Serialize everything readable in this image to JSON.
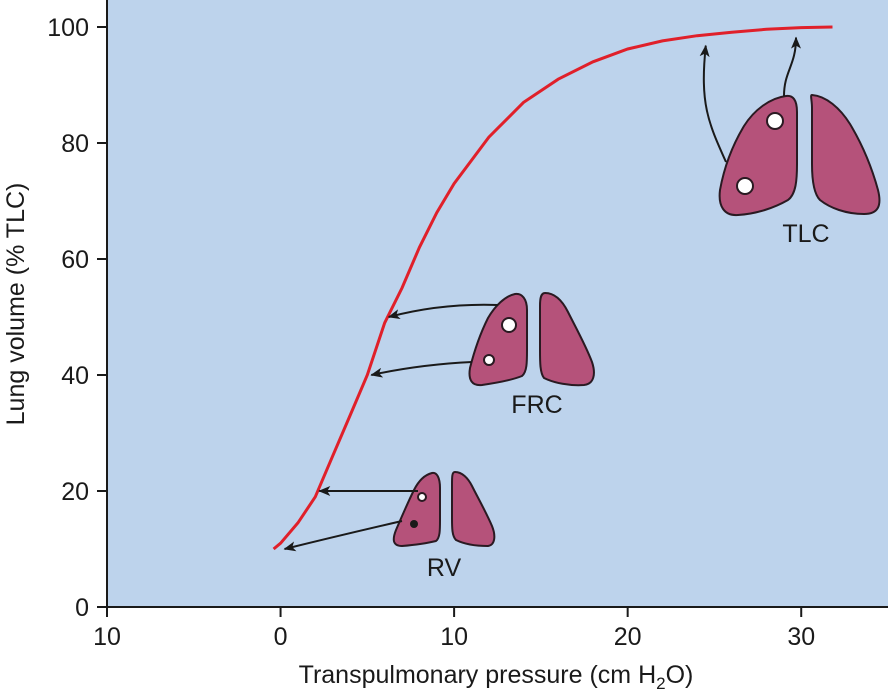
{
  "chart_data": {
    "type": "line",
    "xlabel_prefix": "Transpulmonary pressure (cm H",
    "xlabel_sub": "2",
    "xlabel_suffix": "O)",
    "ylabel": "Lung volume (% TLC)",
    "xlim": [
      -10,
      35
    ],
    "ylim": [
      0,
      100
    ],
    "x_ticks": [
      {
        "value": -10,
        "label": "10"
      },
      {
        "value": 0,
        "label": "0"
      },
      {
        "value": 10,
        "label": "10"
      },
      {
        "value": 20,
        "label": "20"
      },
      {
        "value": 30,
        "label": "30"
      }
    ],
    "y_ticks": [
      {
        "value": 0,
        "label": "0"
      },
      {
        "value": 20,
        "label": "20"
      },
      {
        "value": 40,
        "label": "40"
      },
      {
        "value": 60,
        "label": "60"
      },
      {
        "value": 80,
        "label": "80"
      },
      {
        "value": 100,
        "label": "100"
      }
    ],
    "grid": false,
    "colors": {
      "background": "#bdd3ec",
      "curve": "#e0202a",
      "lung": "#b5527a"
    },
    "series": [
      {
        "points": [
          [
            -0.4,
            10
          ],
          [
            0,
            11
          ],
          [
            1,
            14.5
          ],
          [
            2,
            19
          ],
          [
            3,
            26
          ],
          [
            4,
            33
          ],
          [
            5,
            40
          ],
          [
            6,
            49
          ],
          [
            7,
            55
          ],
          [
            8,
            62
          ],
          [
            9,
            68
          ],
          [
            10,
            73
          ],
          [
            12,
            81
          ],
          [
            14,
            87
          ],
          [
            16,
            91
          ],
          [
            18,
            94
          ],
          [
            20,
            96.2
          ],
          [
            22,
            97.6
          ],
          [
            24,
            98.5
          ],
          [
            26,
            99.1
          ],
          [
            28,
            99.6
          ],
          [
            30,
            99.9
          ],
          [
            31.8,
            100
          ]
        ]
      }
    ],
    "annotations": [
      {
        "label": "RV",
        "arrow_targets": [
          [
            2,
            20
          ],
          [
            0,
            10
          ]
        ]
      },
      {
        "label": "FRC",
        "arrow_targets": [
          [
            6,
            50
          ],
          [
            5,
            40
          ]
        ]
      },
      {
        "label": "TLC",
        "arrow_targets": [
          [
            24.5,
            98.5
          ],
          [
            29.7,
            99.9
          ]
        ]
      }
    ]
  }
}
